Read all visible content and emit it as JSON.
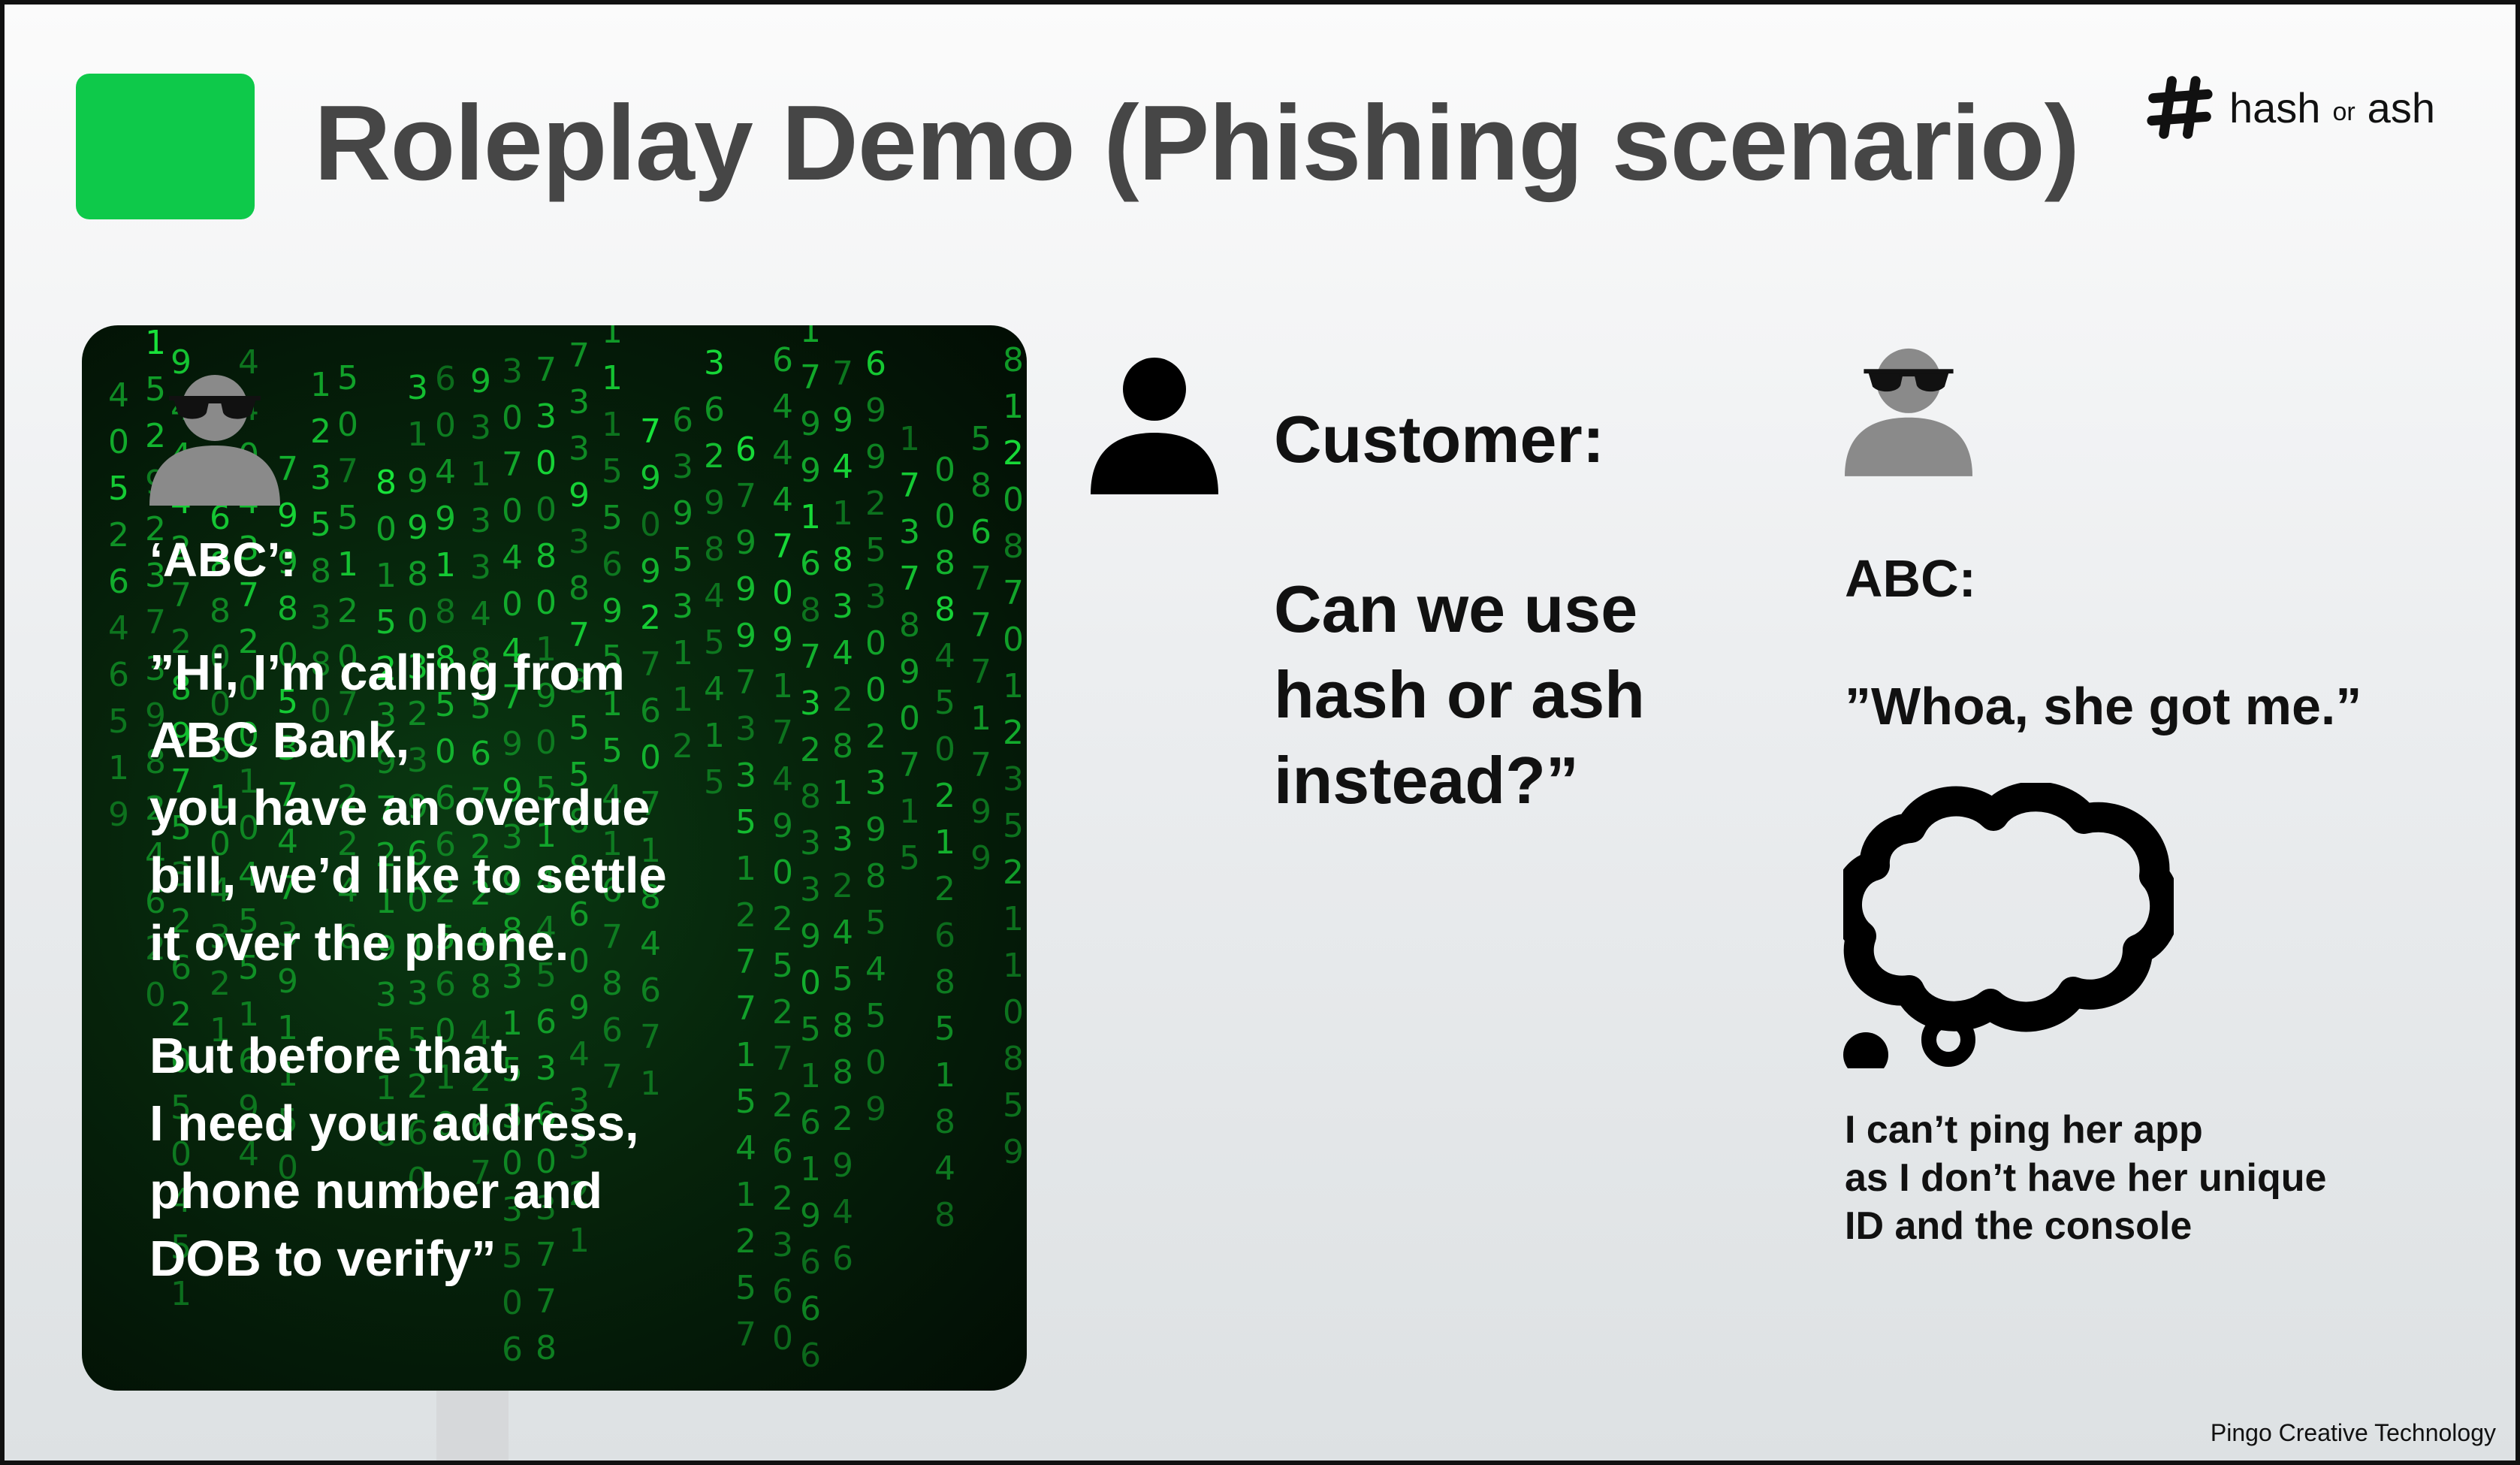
{
  "slide": {
    "title": "Roleplay Demo (Phishing scenario)",
    "accent_color": "#0ec94a",
    "footer": "Pingo Creative Technology"
  },
  "brand": {
    "icon": "hash-icon",
    "word1": "hash",
    "connector": "or",
    "word2": "ash"
  },
  "scammer_card": {
    "icon": "sunglasses-person-icon",
    "speaker": "‘ABC’:",
    "speech_lines": [
      "”Hi, I’m calling from",
      "ABC Bank,",
      "you have an overdue",
      "bill, we’d like to settle",
      "it over the phone.",
      "",
      "But before that,",
      "I need your address,",
      "phone number and",
      "DOB to verify”"
    ],
    "matrix_color": "#18e23a"
  },
  "customer": {
    "icon": "person-icon",
    "label": "Customer:",
    "speech_lines": [
      "Can we use",
      "hash or ash",
      "instead?”"
    ]
  },
  "abc": {
    "icon": "sunglasses-person-icon",
    "label": "ABC:",
    "speech": "”Whoa, she got me.”",
    "thought_icon": "thought-cloud-icon",
    "thought_lines": [
      "I can’t ping her app",
      "as I don’t have her unique",
      "ID and the console"
    ]
  }
}
